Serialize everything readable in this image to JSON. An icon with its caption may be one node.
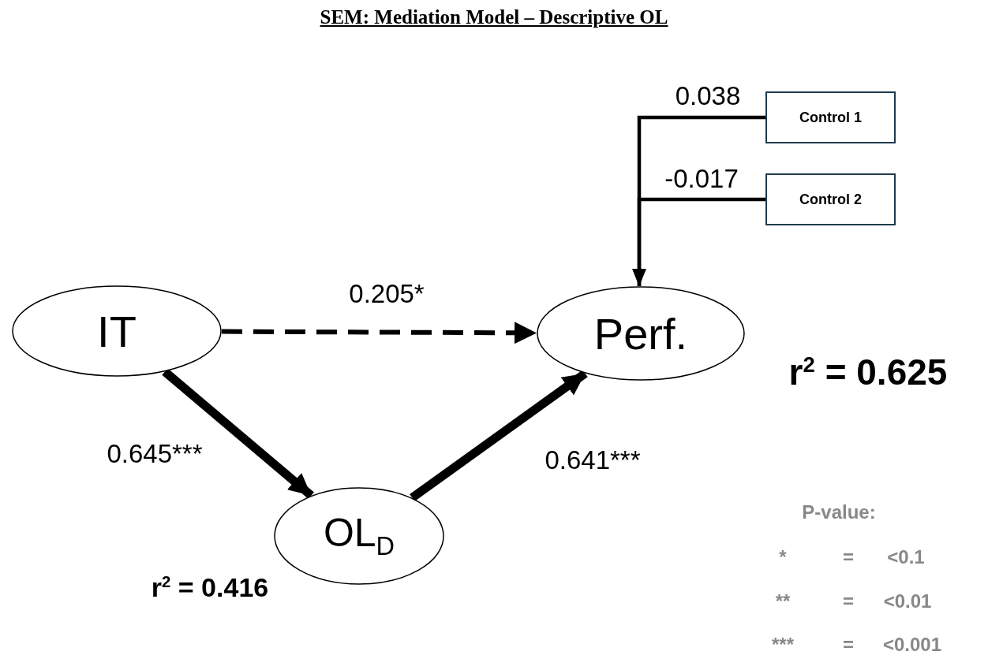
{
  "diagram": {
    "title": "SEM: Mediation Model – Descriptive OL",
    "nodes": [
      {
        "text": [
          "IT"
        ]
      },
      {
        "text": [
          "Perf."
        ],
        "beside": [
          "r$^{2}$ = 0.625"
        ]
      },
      {
        "text": [
          "OL$_{D}$"
        ],
        "beside": [
          "r$^{2}$ = 0.416"
        ]
      },
      {
        "text": [
          "Control 1"
        ]
      },
      {
        "text": [
          "Control 2"
        ]
      }
    ],
    "edges": [
      {
        "from": 0,
        "to": 1,
        "arrow": "to",
        "label": "0.205*",
        "style": "dashed"
      },
      {
        "from": 0,
        "to": 2,
        "arrow": "to",
        "label": "0.645***",
        "style": "thick"
      },
      {
        "from": 2,
        "to": 1,
        "arrow": "to",
        "label": "0.641***",
        "style": "thick"
      },
      {
        "from": 3,
        "to": 1,
        "arrow": "to",
        "label": "0.038"
      },
      {
        "from": 4,
        "to": 1,
        "arrow": "to",
        "label": "-0.017"
      }
    ],
    "labels": [
      "P-value:",
      "*",
      "=",
      "<0.1",
      "**",
      "=",
      "<0.01",
      "***",
      "=",
      "<0.001"
    ]
  }
}
